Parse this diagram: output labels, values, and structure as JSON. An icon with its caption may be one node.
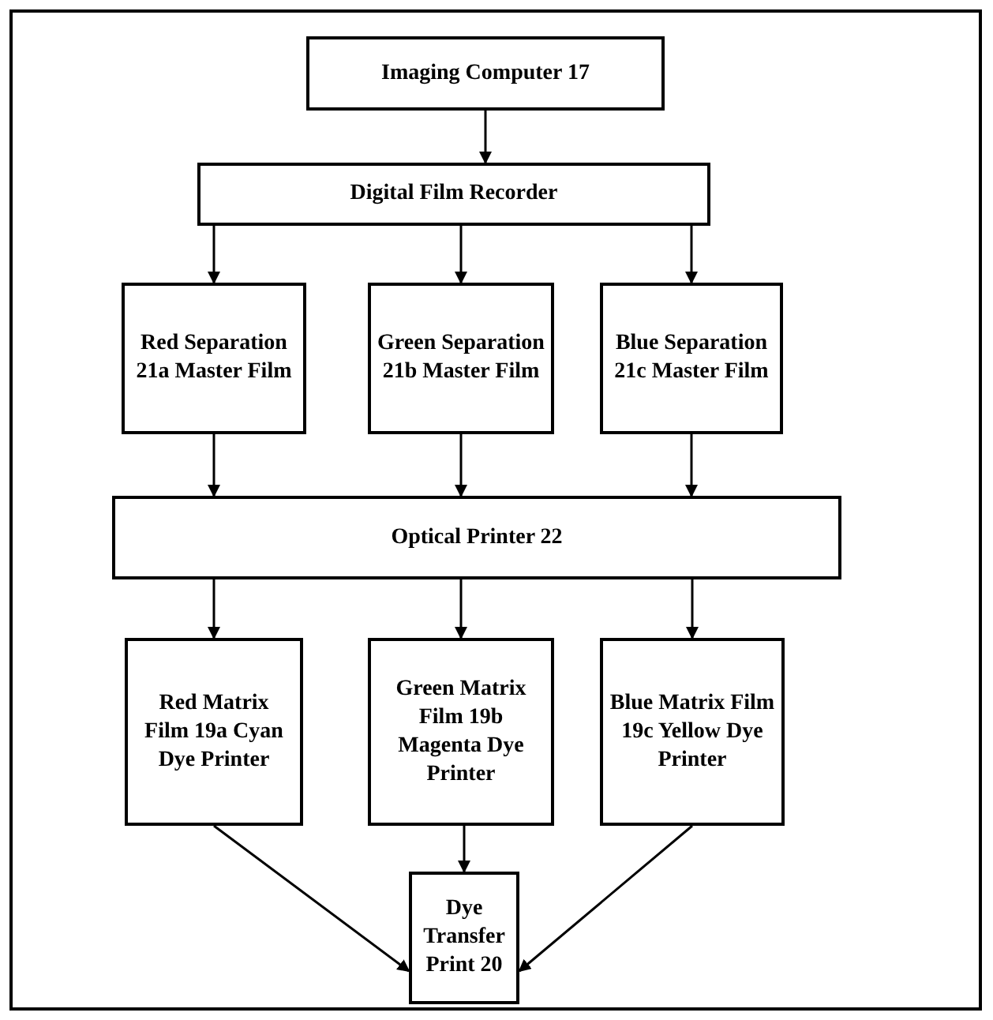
{
  "diagram": {
    "nodes": [
      {
        "text": [
          "Imaging Computer 17"
        ]
      },
      {
        "text": [
          "Digital Film Recorder"
        ]
      },
      {
        "text": [
          "Red Separation 21a Master Film"
        ]
      },
      {
        "text": [
          "Green Separation 21b Master Film"
        ]
      },
      {
        "text": [
          "Blue Separation 21c Master Film"
        ]
      },
      {
        "text": [
          "Optical Printer 22"
        ]
      },
      {
        "text": [
          "Red Matrix Film 19a Cyan Dye Printer"
        ]
      },
      {
        "text": [
          "Green Matrix Film 19b Magenta Dye Printer"
        ]
      },
      {
        "text": [
          "Blue Matrix Film 19c Yellow Dye Printer"
        ]
      },
      {
        "text": [
          "Dye Transfer Print 20"
        ]
      }
    ],
    "edges": [
      {
        "from": 0,
        "to": 1,
        "arrow": "to"
      },
      {
        "from": 1,
        "to": 2,
        "arrow": "to"
      },
      {
        "from": 1,
        "to": 3,
        "arrow": "to"
      },
      {
        "from": 1,
        "to": 4,
        "arrow": "to"
      },
      {
        "from": 2,
        "to": 5,
        "arrow": "to"
      },
      {
        "from": 3,
        "to": 5,
        "arrow": "to"
      },
      {
        "from": 4,
        "to": 5,
        "arrow": "to"
      },
      {
        "from": 5,
        "to": 6,
        "arrow": "to"
      },
      {
        "from": 5,
        "to": 7,
        "arrow": "to"
      },
      {
        "from": 5,
        "to": 8,
        "arrow": "to"
      },
      {
        "from": 6,
        "to": 9,
        "arrow": "to"
      },
      {
        "from": 7,
        "to": 9,
        "arrow": "to"
      },
      {
        "from": 8,
        "to": 9,
        "arrow": "to"
      }
    ]
  }
}
